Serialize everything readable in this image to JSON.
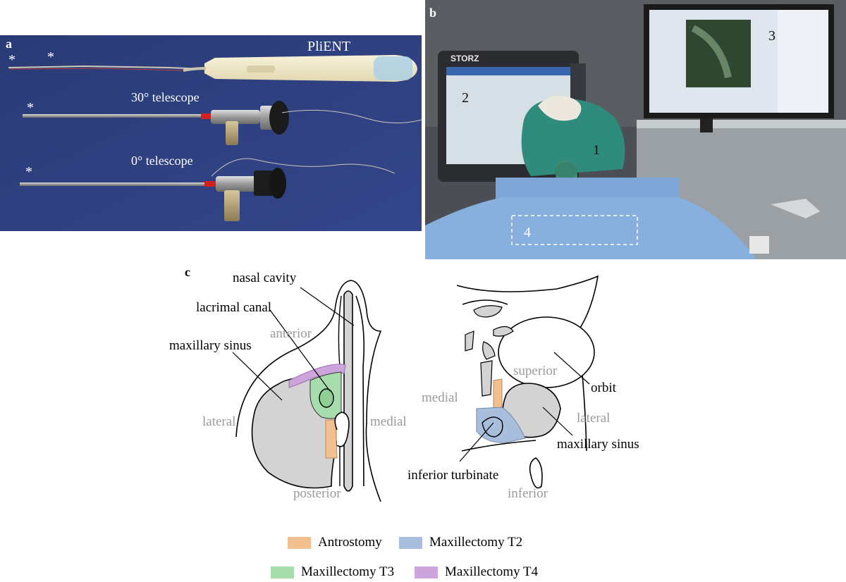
{
  "panel_a": {
    "label": "a",
    "device_name": "PliENT",
    "telescope_30": "30° telescope",
    "telescope_0": "0° telescope",
    "marker": "*"
  },
  "panel_b": {
    "label": "b",
    "num1": "1",
    "num2": "2",
    "num3": "3",
    "num4": "4",
    "brand": "STORZ"
  },
  "panel_c": {
    "label": "c",
    "left": {
      "nasal_cavity": "nasal cavity",
      "lacrimal_canal": "lacrimal canal",
      "maxillary_sinus": "maxillary sinus",
      "anterior": "anterior",
      "lateral": "lateral",
      "medial": "medial",
      "posterior": "posterior"
    },
    "right": {
      "medial": "medial",
      "superior": "superior",
      "orbit": "orbit",
      "lateral": "lateral",
      "maxillary_sinus": "maxillary sinus",
      "inferior_turbinate": "inferior turbinate",
      "inferior": "inferior"
    }
  },
  "legend": [
    {
      "label": "Antrostomy",
      "color": "#f2c08f"
    },
    {
      "label": "Maxillectomy T2",
      "color": "#a9bedc"
    },
    {
      "label": "Maxillectomy T3",
      "color": "#a7dcac"
    },
    {
      "label": "Maxillectomy T4",
      "color": "#cda5dc"
    }
  ],
  "colors": {
    "direction_text": "#9a9a9a",
    "tissue_gray": "#d3d3d3"
  }
}
